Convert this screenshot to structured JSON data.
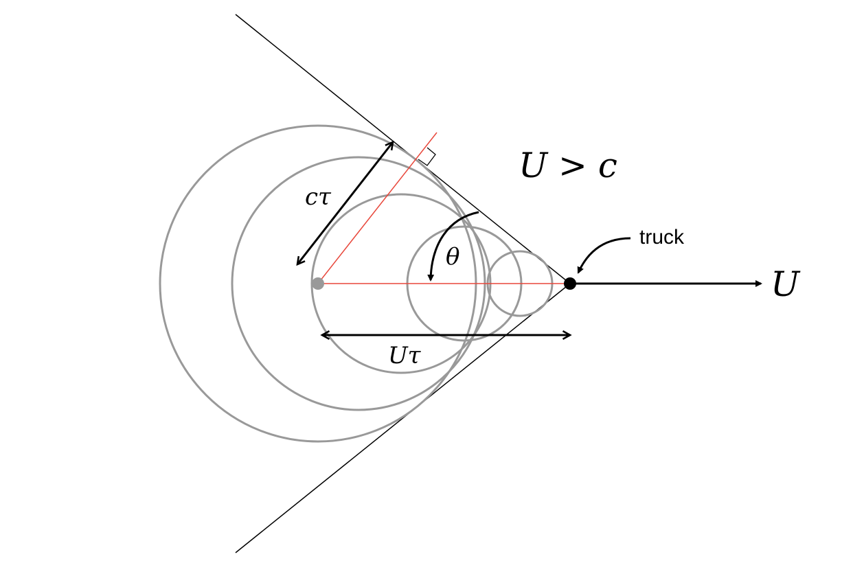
{
  "title": "U > c",
  "labels": {
    "c_tau": "cτ",
    "theta": "θ",
    "U_tau": "Uτ",
    "U": "U",
    "truck": "truck"
  },
  "colors": {
    "wavefront": "#999999",
    "cone": "#000000",
    "construction": "#e8473b",
    "arrow": "#000000",
    "source_dot": "#999999",
    "truck_dot": "#000000"
  }
}
